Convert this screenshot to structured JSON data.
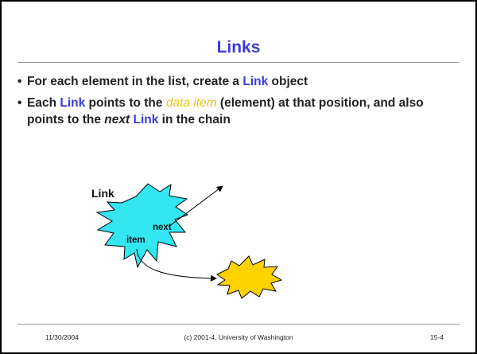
{
  "slide": {
    "title": "Links",
    "bullets": [
      {
        "parts": [
          "For each element in the list, create a ",
          "Link",
          " object"
        ]
      },
      {
        "parts": [
          "Each ",
          "Link",
          " points to the ",
          "data item",
          " (element) at that position, and also points to the ",
          "next",
          " ",
          "Link",
          " in the chain"
        ]
      }
    ],
    "bullet_marker": "•",
    "diagram": {
      "link_label": "Link",
      "next_label": "next",
      "item_label": "item"
    },
    "footer": {
      "date": "11/30/2004",
      "copyright": "(c) 2001-4, University of Washington",
      "page": "15-4"
    },
    "colors": {
      "title": "#3a3adc",
      "keyword": "#3a3adc",
      "data_item": "#f0c21a",
      "link_star": "#33e6f2",
      "data_star": "#ffd200"
    }
  }
}
